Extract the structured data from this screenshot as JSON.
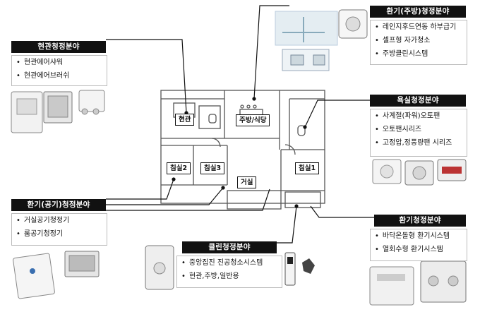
{
  "categories": {
    "entrance": {
      "title": "현관청정분야",
      "items": [
        "현관에어샤워",
        "현관에어브러쉬"
      ]
    },
    "kitchen": {
      "title": "환기(주방)청정분야",
      "items": [
        "레인지후드연동 하부급기",
        "셀프형 자가청소",
        "주방클린시스템"
      ]
    },
    "bathroom": {
      "title": "욕실청정분야",
      "items": [
        "사계절(파워)오토팬",
        "오토팬시리즈",
        "고정압,정풍량팬 시리즈"
      ]
    },
    "air": {
      "title": "환기(공기)청정분야",
      "items": [
        "거실공기청정기",
        "룸공기청정기"
      ]
    },
    "clean": {
      "title": "클린청정분야",
      "items": [
        "중앙집진 진공청소시스템",
        "현관,주방,일반용"
      ]
    },
    "ventilation": {
      "title": "환기청정분야",
      "items": [
        "바닥온돌형 환기시스템",
        "열회수형 환기시스템"
      ]
    }
  },
  "rooms": {
    "entrance": "현관",
    "kitchen": "주방/식당",
    "bedroom2": "침실2",
    "bedroom3": "침실3",
    "living": "거실",
    "bedroom1": "침실1"
  },
  "colors": {
    "title_bg": "#111111",
    "line": "#111111",
    "plan": "#444444"
  }
}
